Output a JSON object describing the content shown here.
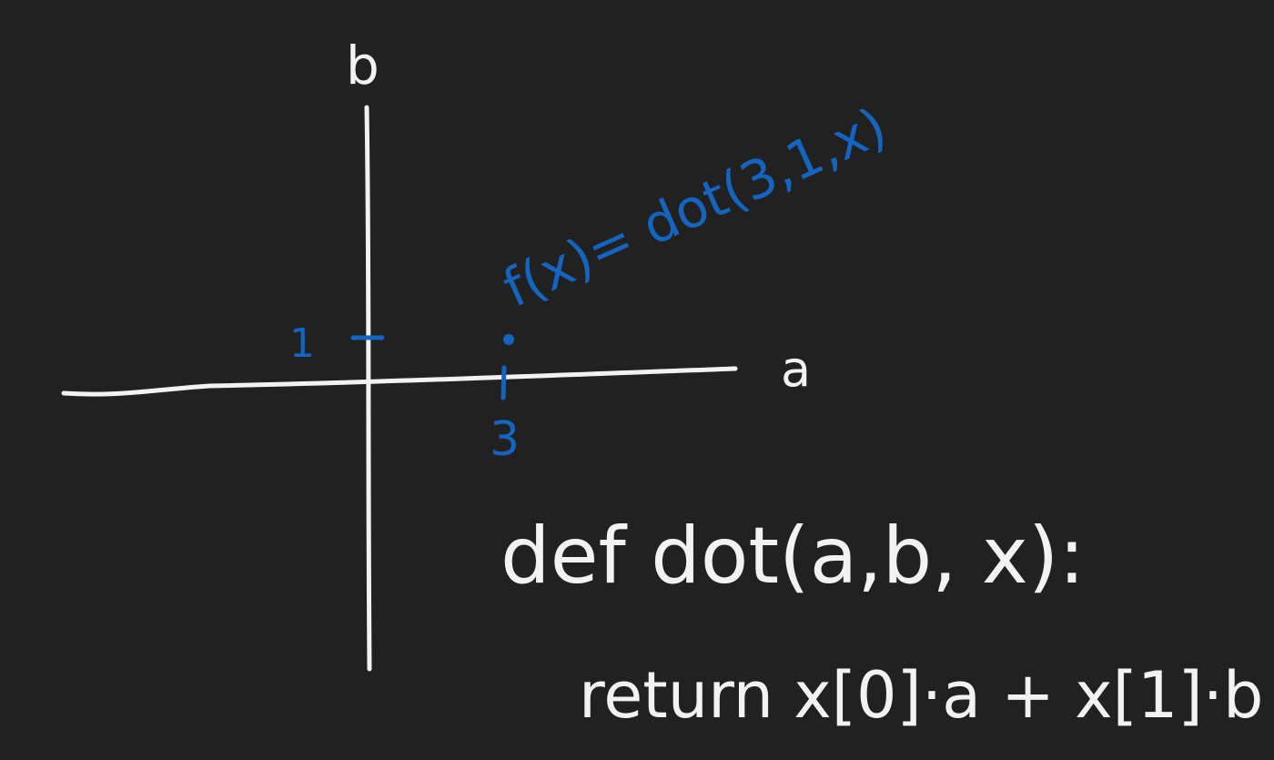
{
  "diagram": {
    "axes": {
      "horizontal_label": "a",
      "vertical_label": "b"
    },
    "point": {
      "a": 3,
      "b": 1,
      "a_tick_label": "3",
      "b_tick_label": "1",
      "annotation": "f(x)= dot(3,1,x)"
    },
    "code": {
      "definition": "def dot(a,b, x):",
      "body": "return x[0]·a + x[1]·b"
    },
    "colors": {
      "background": "#212121",
      "ink": "#f2f2f2",
      "highlight": "#1565c0"
    }
  }
}
